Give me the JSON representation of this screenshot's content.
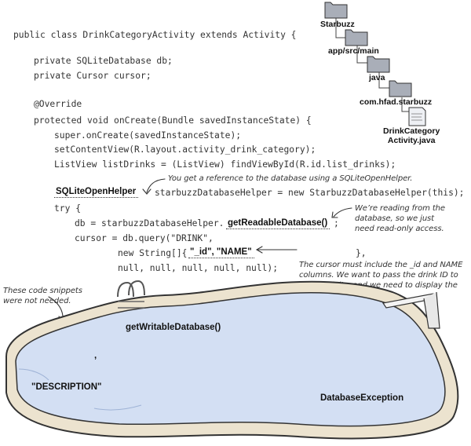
{
  "code": {
    "line1": "public class DrinkCategoryActivity extends Activity {",
    "line2": "private SQLiteDatabase db;",
    "line3": "private Cursor cursor;",
    "line4": "@Override",
    "line5": "protected void onCreate(Bundle savedInstanceState) {",
    "line6": "super.onCreate(savedInstanceState);",
    "line7": "setContentView(R.layout.activity_drink_category);",
    "line8": "ListView listDrinks = (ListView) findViewById(R.id.list_drinks);",
    "line9_tail": "starbuzzDatabaseHelper = new StarbuzzDatabaseHelper(this);",
    "line10": "try {",
    "line11_head": "db = starbuzzDatabaseHelper.",
    "line11_tail": ";",
    "line12": "cursor = db.query(\"DRINK\",",
    "line13_head": "new String[]{",
    "line13_tail": "},",
    "line14": "null, null, null, null, null);"
  },
  "blanks": {
    "helper": "SQLiteOpenHelper",
    "readable": "getReadableDatabase()",
    "columns": "\"_id\", \"NAME\""
  },
  "notes": {
    "helper_note": "You get a reference to the database using a SQLiteOpenHelper.",
    "readable_note": "We’re reading from the\ndatabase, so we just\nneed read-only access.",
    "cursor_note": "The cursor must include the _id and NAME\ncolumns. We want to pass the drink ID to\nDrinkActivity, and we need to display the\ndrink names.",
    "snippets_note": "These code snippets\nwere not needed."
  },
  "folders": [
    "Starbuzz",
    "app/src/main",
    "java",
    "com.hfad.starbuzz"
  ],
  "file": "DrinkCategory\nActivity.java",
  "pool": {
    "item1": "getWritableDatabase()",
    "item2": ",",
    "item3": "\"DESCRIPTION\"",
    "item4": "DatabaseException"
  },
  "colors": {
    "water": "#d3dff3",
    "folder": "#a9aeb8",
    "border": "#333333"
  }
}
